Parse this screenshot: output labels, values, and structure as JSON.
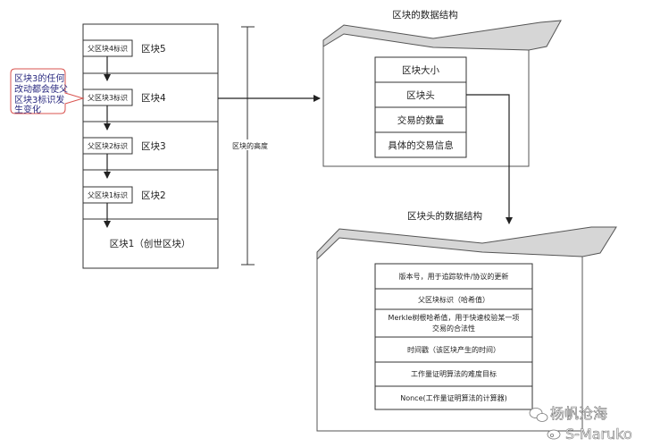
{
  "chain": {
    "blocks": [
      {
        "parent_id": "父区块4标识",
        "label": "区块5"
      },
      {
        "parent_id": "父区块3标识",
        "label": "区块4"
      },
      {
        "parent_id": "父区块2标识",
        "label": "区块3"
      },
      {
        "parent_id": "父区块1标识",
        "label": "区块2"
      }
    ],
    "genesis": "区块1（创世区块）",
    "height_label": "区块的高度"
  },
  "annotation": {
    "lines": [
      "区块3的任何",
      "改动都会使父",
      "区块3标识发",
      "生变化"
    ]
  },
  "block_structure": {
    "title": "区块的数据结构",
    "fields": [
      "区块大小",
      "区块头",
      "交易的数量",
      "具体的交易信息"
    ]
  },
  "header_structure": {
    "title": "区块头的数据结构",
    "fields": [
      [
        "版本号，用于追踪软件/协议的更新"
      ],
      [
        "父区块标识（哈希值）"
      ],
      [
        "Merkle树根哈希值，用于快速校验某一项",
        "交易的合法性"
      ],
      [
        "时间戳（该区块产生的时间）"
      ],
      [
        "工作量证明算法的难度目标"
      ],
      [
        "Nonce(工作量证明算法的计算器)"
      ]
    ]
  },
  "watermark": {
    "line1": "杨帆沧海",
    "line2": "S-Maruko"
  },
  "colors": {
    "line": "#333333",
    "annotation_border": "#d9534f",
    "annotation_text": "#2a2a80"
  }
}
